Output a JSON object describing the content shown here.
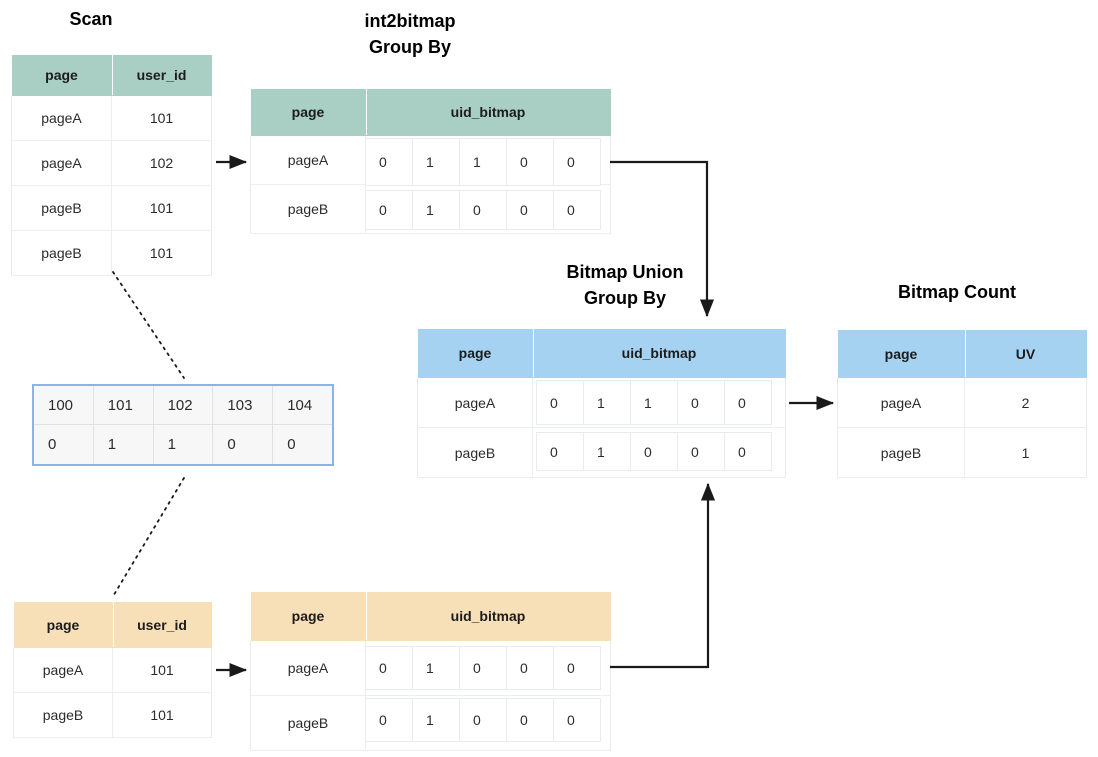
{
  "titles": {
    "scan": "Scan",
    "int2bitmap": "int2bitmap\nGroup By",
    "bitmap_union": "Bitmap Union\nGroup By",
    "bitmap_count": "Bitmap Count"
  },
  "scan_table": {
    "headers": [
      "page",
      "user_id"
    ],
    "rows": [
      [
        "pageA",
        "101"
      ],
      [
        "pageA",
        "102"
      ],
      [
        "pageB",
        "101"
      ],
      [
        "pageB",
        "101"
      ]
    ]
  },
  "int2bitmap_table": {
    "headers": [
      "page",
      "uid_bitmap"
    ],
    "rows": [
      {
        "page": "pageA",
        "bitmap": [
          "0",
          "1",
          "1",
          "0",
          "0"
        ]
      },
      {
        "page": "pageB",
        "bitmap": [
          "0",
          "1",
          "0",
          "0",
          "0"
        ]
      }
    ]
  },
  "legend_table": {
    "uids": [
      "100",
      "101",
      "102",
      "103",
      "104"
    ],
    "bits": [
      "0",
      "1",
      "1",
      "0",
      "0"
    ]
  },
  "bitmap_union_table": {
    "headers": [
      "page",
      "uid_bitmap"
    ],
    "rows": [
      {
        "page": "pageA",
        "bitmap": [
          "0",
          "1",
          "1",
          "0",
          "0"
        ]
      },
      {
        "page": "pageB",
        "bitmap": [
          "0",
          "1",
          "0",
          "0",
          "0"
        ]
      }
    ]
  },
  "bitmap_count_table": {
    "headers": [
      "page",
      "UV"
    ],
    "rows": [
      [
        "pageA",
        "2"
      ],
      [
        "pageB",
        "1"
      ]
    ]
  },
  "scan_table_bottom": {
    "headers": [
      "page",
      "user_id"
    ],
    "rows": [
      [
        "pageA",
        "101"
      ],
      [
        "pageB",
        "101"
      ]
    ]
  },
  "int2bitmap_table_bottom": {
    "headers": [
      "page",
      "uid_bitmap"
    ],
    "rows": [
      {
        "page": "pageA",
        "bitmap": [
          "0",
          "1",
          "0",
          "0",
          "0"
        ]
      },
      {
        "page": "pageB",
        "bitmap": [
          "0",
          "1",
          "0",
          "0",
          "0"
        ]
      }
    ]
  },
  "colors": {
    "green_header": "#a9cec4",
    "blue_header": "#a6d2f2",
    "orange_header": "#f7dfb8",
    "legend_border": "#8ab4e8",
    "arrow": "#1a1a1a",
    "grid": "#eceff1"
  }
}
